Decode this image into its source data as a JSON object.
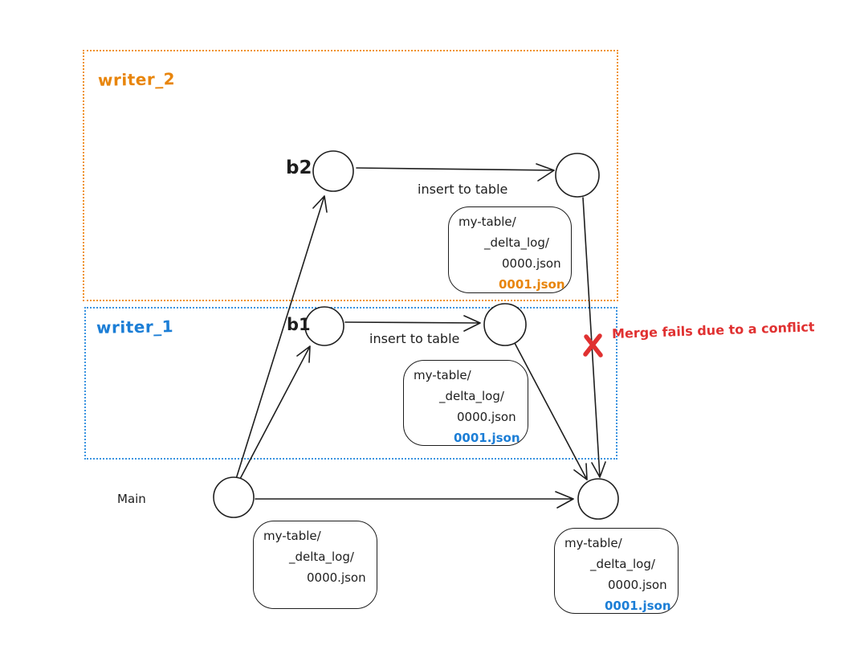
{
  "regions": {
    "writer_2": {
      "label": "writer_2",
      "color": "#f08c00"
    },
    "writer_1": {
      "label": "writer_1",
      "color": "#1c7ed6"
    }
  },
  "main_branch": {
    "label": "Main"
  },
  "branches": {
    "b2": {
      "label": "b2",
      "action": "insert to table"
    },
    "b1": {
      "label": "b1",
      "action": "insert to table"
    }
  },
  "file_boxes": {
    "b2": {
      "lines": [
        "my-table/",
        "_delta_log/",
        "0000.json"
      ],
      "new_file": "0001.json",
      "new_file_color": "#f08c00"
    },
    "b1": {
      "lines": [
        "my-table/",
        "_delta_log/",
        "0000.json"
      ],
      "new_file": "0001.json",
      "new_file_color": "#1c7ed6"
    },
    "main": {
      "lines": [
        "my-table/",
        "_delta_log/",
        "0000.json"
      ]
    },
    "merged": {
      "lines": [
        "my-table/",
        "_delta_log/",
        "0000.json"
      ],
      "new_file": "0001.json",
      "new_file_color": "#1c7ed6"
    }
  },
  "conflict": {
    "label": "Merge fails due to a conflict",
    "color": "#e03131"
  }
}
